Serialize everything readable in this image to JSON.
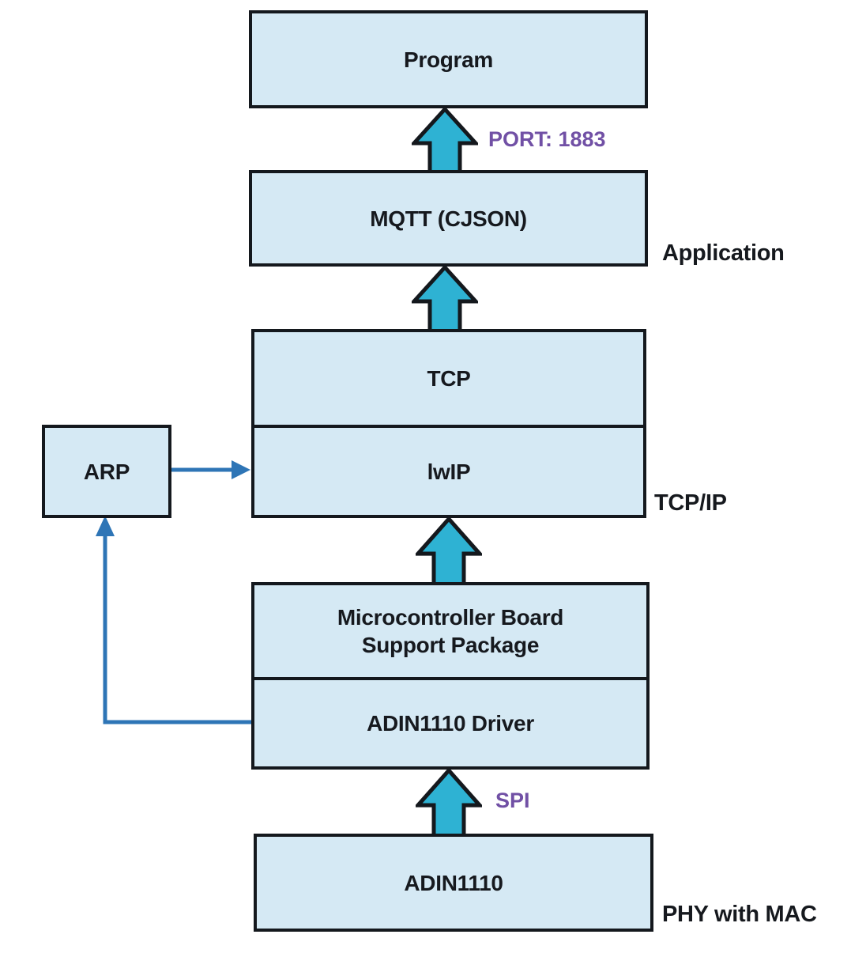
{
  "colors": {
    "box_fill": "#d5e9f4",
    "box_border": "#14181d",
    "big_arrow": "#2eb2d3",
    "thin_arrow": "#2e75b6",
    "accent": "#7150a5",
    "text": "#16191e"
  },
  "boxes": {
    "program": {
      "label": "Program"
    },
    "mqtt": {
      "label": "MQTT (CJSON)"
    },
    "tcp": {
      "label": "TCP"
    },
    "lwip": {
      "label": "lwIP"
    },
    "arp": {
      "label": "ARP"
    },
    "mcu_bsp": {
      "label": "Microcontroller Board Support Package"
    },
    "adin_driver": {
      "label": "ADIN1110 Driver"
    },
    "adin1110": {
      "label": "ADIN1110"
    }
  },
  "annotations": {
    "port": "PORT: 1883",
    "application": "Application",
    "tcpip": "TCP/IP",
    "spi": "SPI",
    "phy_mac": "PHY with MAC"
  }
}
